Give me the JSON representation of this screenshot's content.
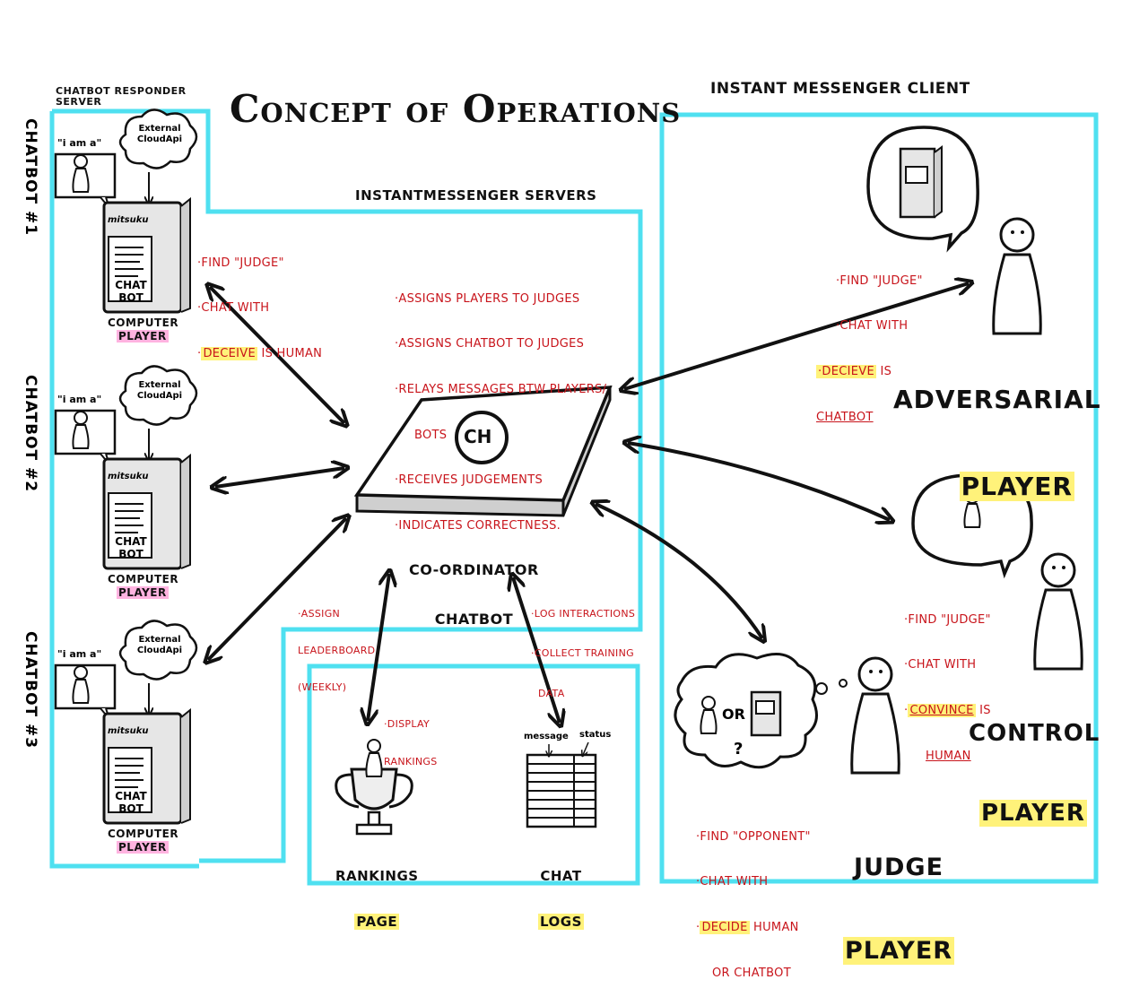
{
  "title": "Concept of Operations",
  "colors": {
    "box": "#4fe0f0",
    "note": "#c8141b",
    "highlight": "#fff27a",
    "pink": "#ffb3e0",
    "ink": "#111111"
  },
  "sections": {
    "responder_server": "CHATBOT RESPONDER SERVER",
    "im_servers": "INSTANTMESSENGER SERVERS",
    "im_client": "INSTANT MESSENGER CLIENT"
  },
  "chatbots": [
    {
      "label": "CHATBOT #1",
      "bubble": "\"i am a\"",
      "cloud": "External CloudApi",
      "brand": "mitsuku",
      "screen": "CHAT BOT",
      "caption_line1": "COMPUTER",
      "caption_line2": "PLAYER"
    },
    {
      "label": "CHATBOT #2",
      "bubble": "\"i am a\"",
      "cloud": "External CloudApi",
      "brand": "mitsuku",
      "screen": "CHAT BOT",
      "caption_line1": "COMPUTER",
      "caption_line2": "PLAYER"
    },
    {
      "label": "CHATBOT #3",
      "bubble": "\"i am a\"",
      "cloud": "External CloudApi",
      "brand": "mitsuku",
      "screen": "CHAT BOT",
      "caption_line1": "COMPUTER",
      "caption_line2": "PLAYER"
    }
  ],
  "computer_notes": [
    "·Find \"Judge\"",
    "·Chat with",
    "Deceive",
    "is Human"
  ],
  "coordinator": {
    "logo": "CH",
    "label_line1": "Co-ordinator",
    "label_line2": "Chatbot",
    "duties": [
      "·Assigns players to judges",
      "·Assigns chatbot to judges",
      "·Relays messages btw players/",
      "bots",
      "·Receives judgements",
      "·Indicates correctness."
    ]
  },
  "assign_note": [
    "·Assign",
    "Leaderboard",
    "(weekly)"
  ],
  "log_note": [
    "·Log interactions",
    "·Collect training",
    "data"
  ],
  "rankings": {
    "note": [
      "·Display",
      "Rankings"
    ],
    "label_line1": "Rankings",
    "label_line2": "Page"
  },
  "chat_logs": {
    "col1": "message",
    "col2": "status",
    "label_line1": "Chat",
    "label_line2": "Logs"
  },
  "adversarial": {
    "title_line1": "Adversarial",
    "title_line2": "Player",
    "notes": [
      "·Find \"Judge\"",
      "·Chat with",
      "·Decieve",
      "is",
      "Chatbot"
    ]
  },
  "control": {
    "title_line1": "Control",
    "title_line2": "Player",
    "notes": [
      "·Find \"Judge\"",
      "·Chat with",
      "·",
      "Convince",
      "is",
      "Human"
    ]
  },
  "judge": {
    "title_line1": "Judge",
    "title_line2": "Player",
    "or_text": "or",
    "question": "?",
    "notes": [
      "·Find \"Opponent\"",
      "·Chat with",
      "·",
      "Decide",
      "Human",
      "or Chatbot"
    ]
  }
}
